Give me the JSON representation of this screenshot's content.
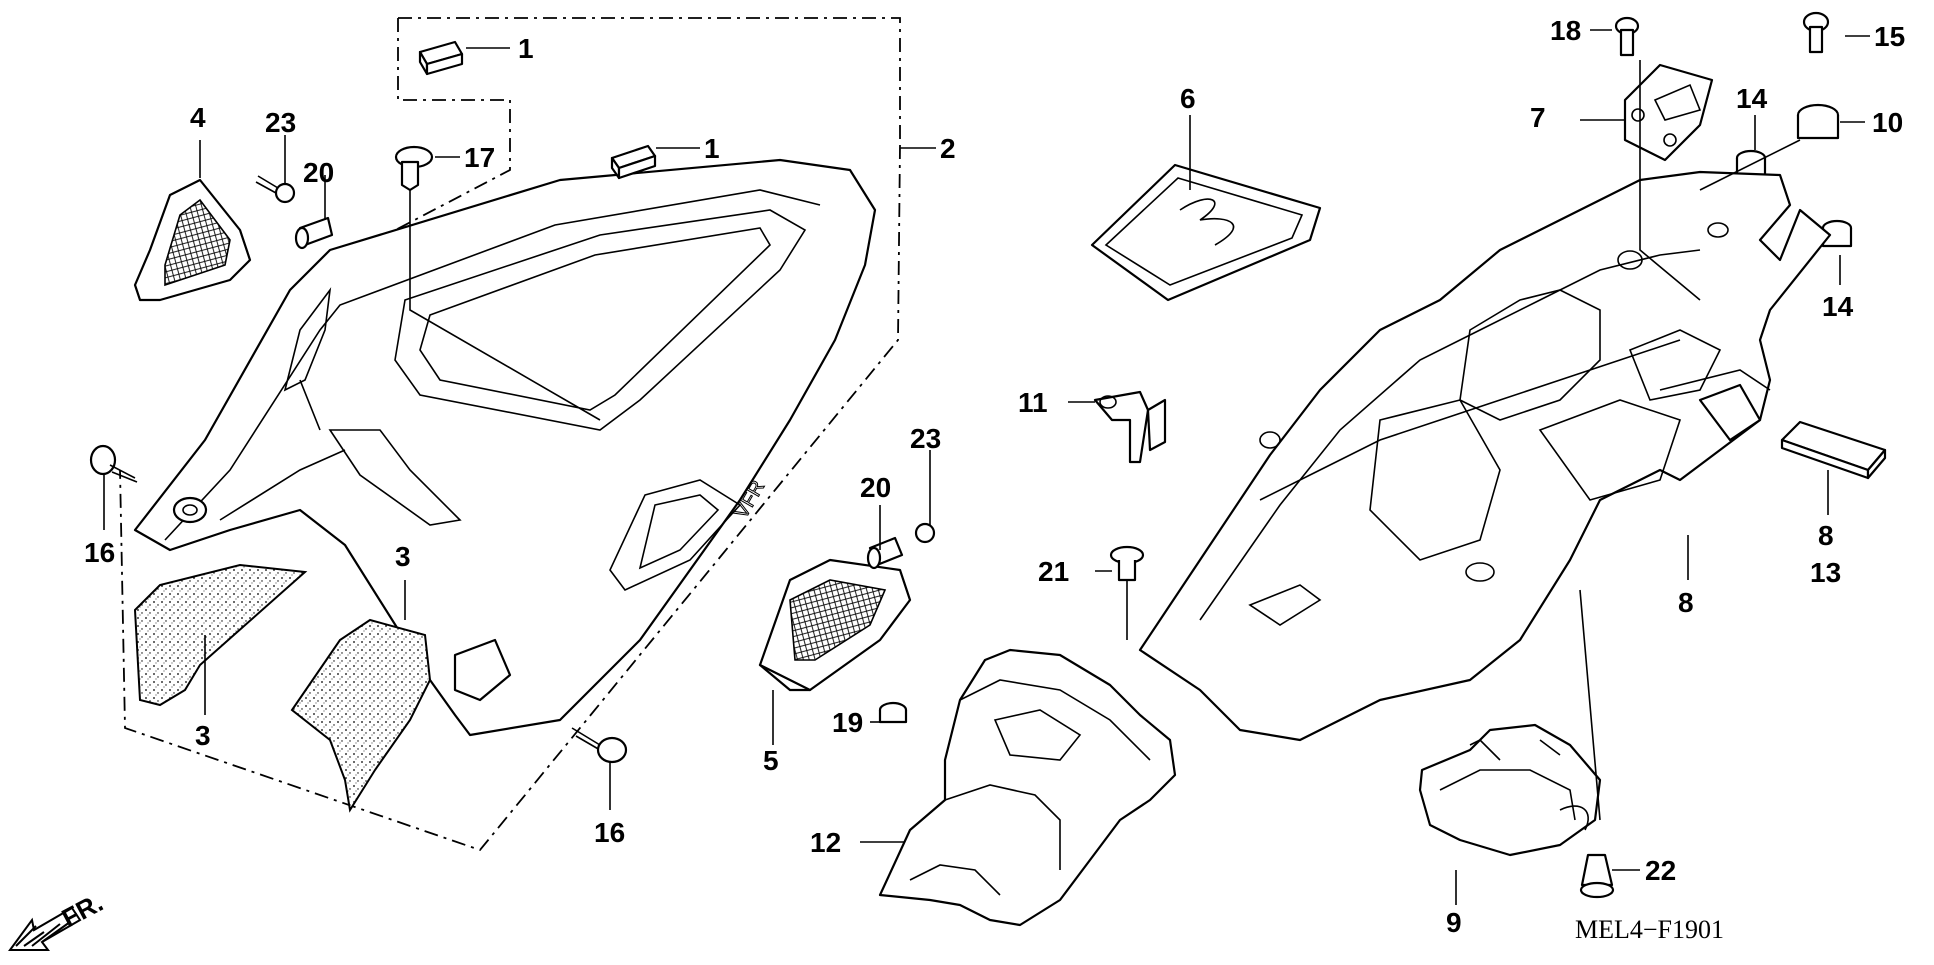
{
  "diagram": {
    "part_code": "MEL4−F1901",
    "direction_label": "FR.",
    "callouts": [
      {
        "id": "c1a",
        "text": "1"
      },
      {
        "id": "c1b",
        "text": "1"
      },
      {
        "id": "c2",
        "text": "2"
      },
      {
        "id": "c3a",
        "text": "3"
      },
      {
        "id": "c3b",
        "text": "3"
      },
      {
        "id": "c4",
        "text": "4"
      },
      {
        "id": "c5",
        "text": "5"
      },
      {
        "id": "c6",
        "text": "6"
      },
      {
        "id": "c7",
        "text": "7"
      },
      {
        "id": "c8a",
        "text": "8"
      },
      {
        "id": "c8b",
        "text": "8"
      },
      {
        "id": "c9",
        "text": "9"
      },
      {
        "id": "c10",
        "text": "10"
      },
      {
        "id": "c11",
        "text": "11"
      },
      {
        "id": "c12",
        "text": "12"
      },
      {
        "id": "c13",
        "text": "13"
      },
      {
        "id": "c14a",
        "text": "14"
      },
      {
        "id": "c14b",
        "text": "14"
      },
      {
        "id": "c15",
        "text": "15"
      },
      {
        "id": "c16a",
        "text": "16"
      },
      {
        "id": "c16b",
        "text": "16"
      },
      {
        "id": "c17",
        "text": "17"
      },
      {
        "id": "c18",
        "text": "18"
      },
      {
        "id": "c19",
        "text": "19"
      },
      {
        "id": "c20a",
        "text": "20"
      },
      {
        "id": "c20b",
        "text": "20"
      },
      {
        "id": "c21",
        "text": "21"
      },
      {
        "id": "c22",
        "text": "22"
      },
      {
        "id": "c23a",
        "text": "23"
      },
      {
        "id": "c23b",
        "text": "23"
      }
    ]
  }
}
